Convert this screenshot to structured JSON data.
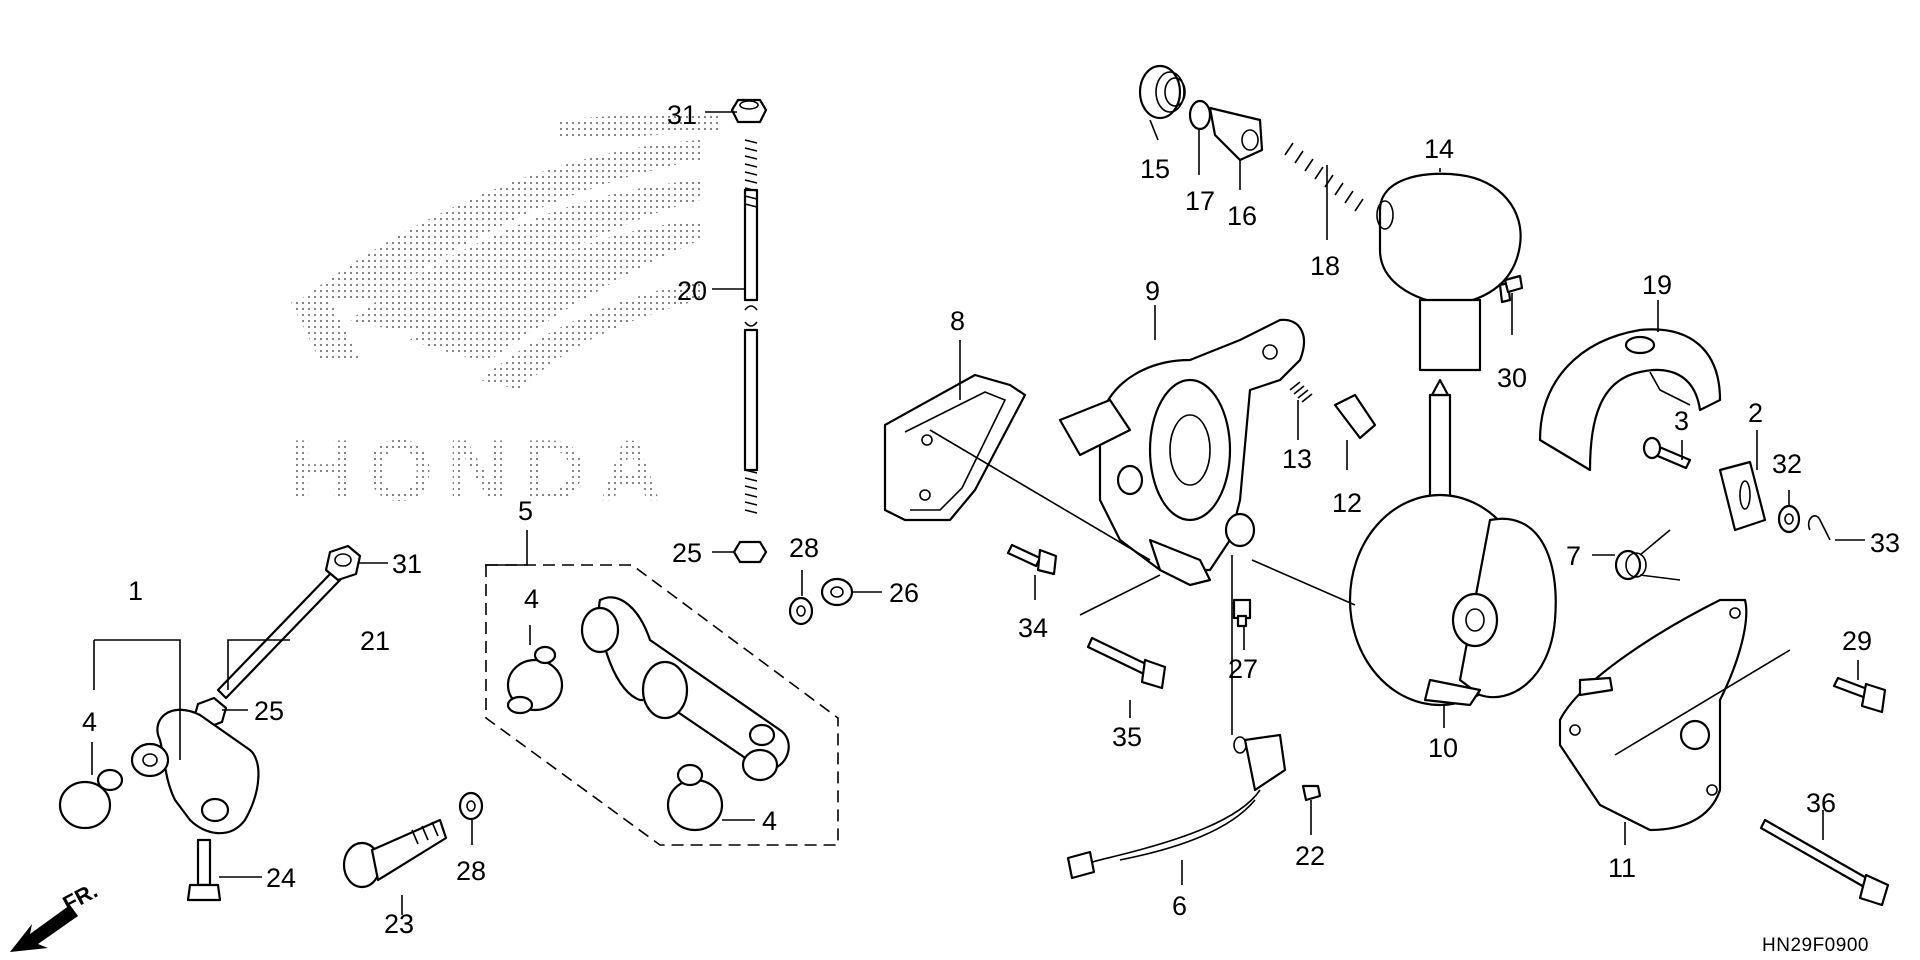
{
  "diagram": {
    "code": "HN29F0900",
    "front_label": "FR.",
    "brand": "HONDA",
    "callouts": [
      "31",
      "20",
      "25",
      "28",
      "26",
      "31",
      "21",
      "1",
      "4",
      "25",
      "24",
      "5",
      "4",
      "4",
      "23",
      "28",
      "15",
      "17",
      "16",
      "18",
      "14",
      "30",
      "8",
      "9",
      "13",
      "12",
      "34",
      "27",
      "35",
      "10",
      "19",
      "3",
      "2",
      "32",
      "33",
      "7",
      "29",
      "11",
      "36",
      "22",
      "6"
    ]
  }
}
